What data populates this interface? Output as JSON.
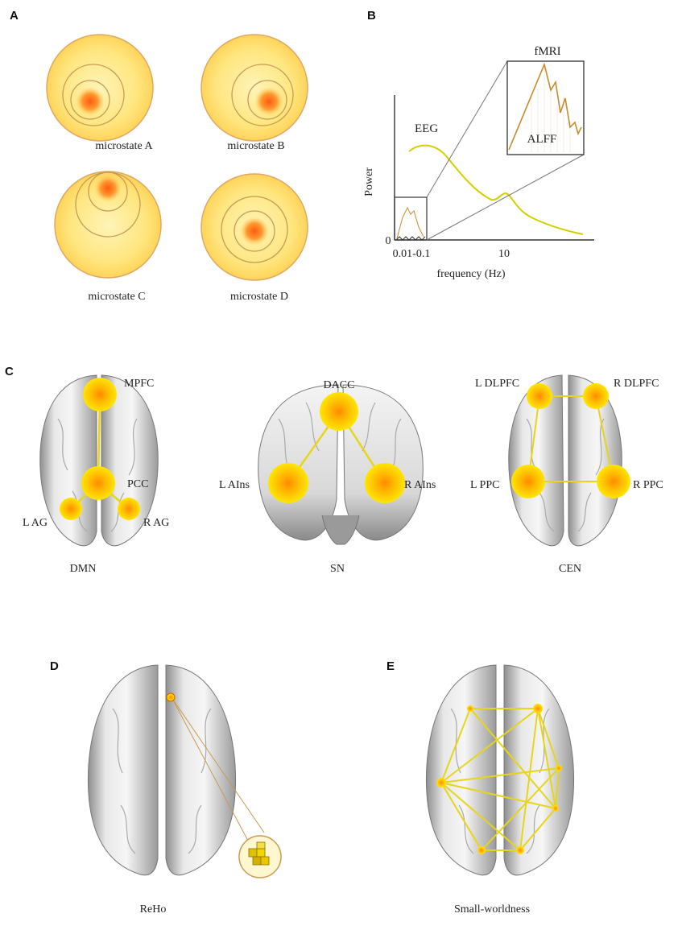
{
  "panels": {
    "A": {
      "letter": "A",
      "microstates": [
        "microstate A",
        "microstate B",
        "microstate C",
        "microstate D"
      ]
    },
    "B": {
      "letter": "B",
      "eeg_label": "EEG",
      "inset_title": "fMRI",
      "inset_label": "ALFF",
      "ylabel": "Power",
      "xlabel": "frequency (Hz)",
      "origin_label": "0",
      "tick_low": "0.01-0.1",
      "tick_high": "10"
    },
    "C": {
      "letter": "C",
      "networks": [
        {
          "name": "DMN",
          "nodes": [
            "MPFC",
            "PCC",
            "L AG",
            "R AG"
          ]
        },
        {
          "name": "SN",
          "nodes": [
            "DACC",
            "L AIns",
            "R AIns"
          ]
        },
        {
          "name": "CEN",
          "nodes": [
            "L DLPFC",
            "R DLPFC",
            "L PPC",
            "R PPC"
          ]
        }
      ]
    },
    "D": {
      "letter": "D",
      "caption": "ReHo"
    },
    "E": {
      "letter": "E",
      "caption": "Small-worldness"
    }
  },
  "colors": {
    "node_center": "#ff8a00",
    "node_edge": "#ffe100",
    "edge_line": "#e6d51a",
    "eeg_curve": "#d4d000",
    "fmri_curve": "#c98b2f",
    "ring": "#c89a55"
  }
}
